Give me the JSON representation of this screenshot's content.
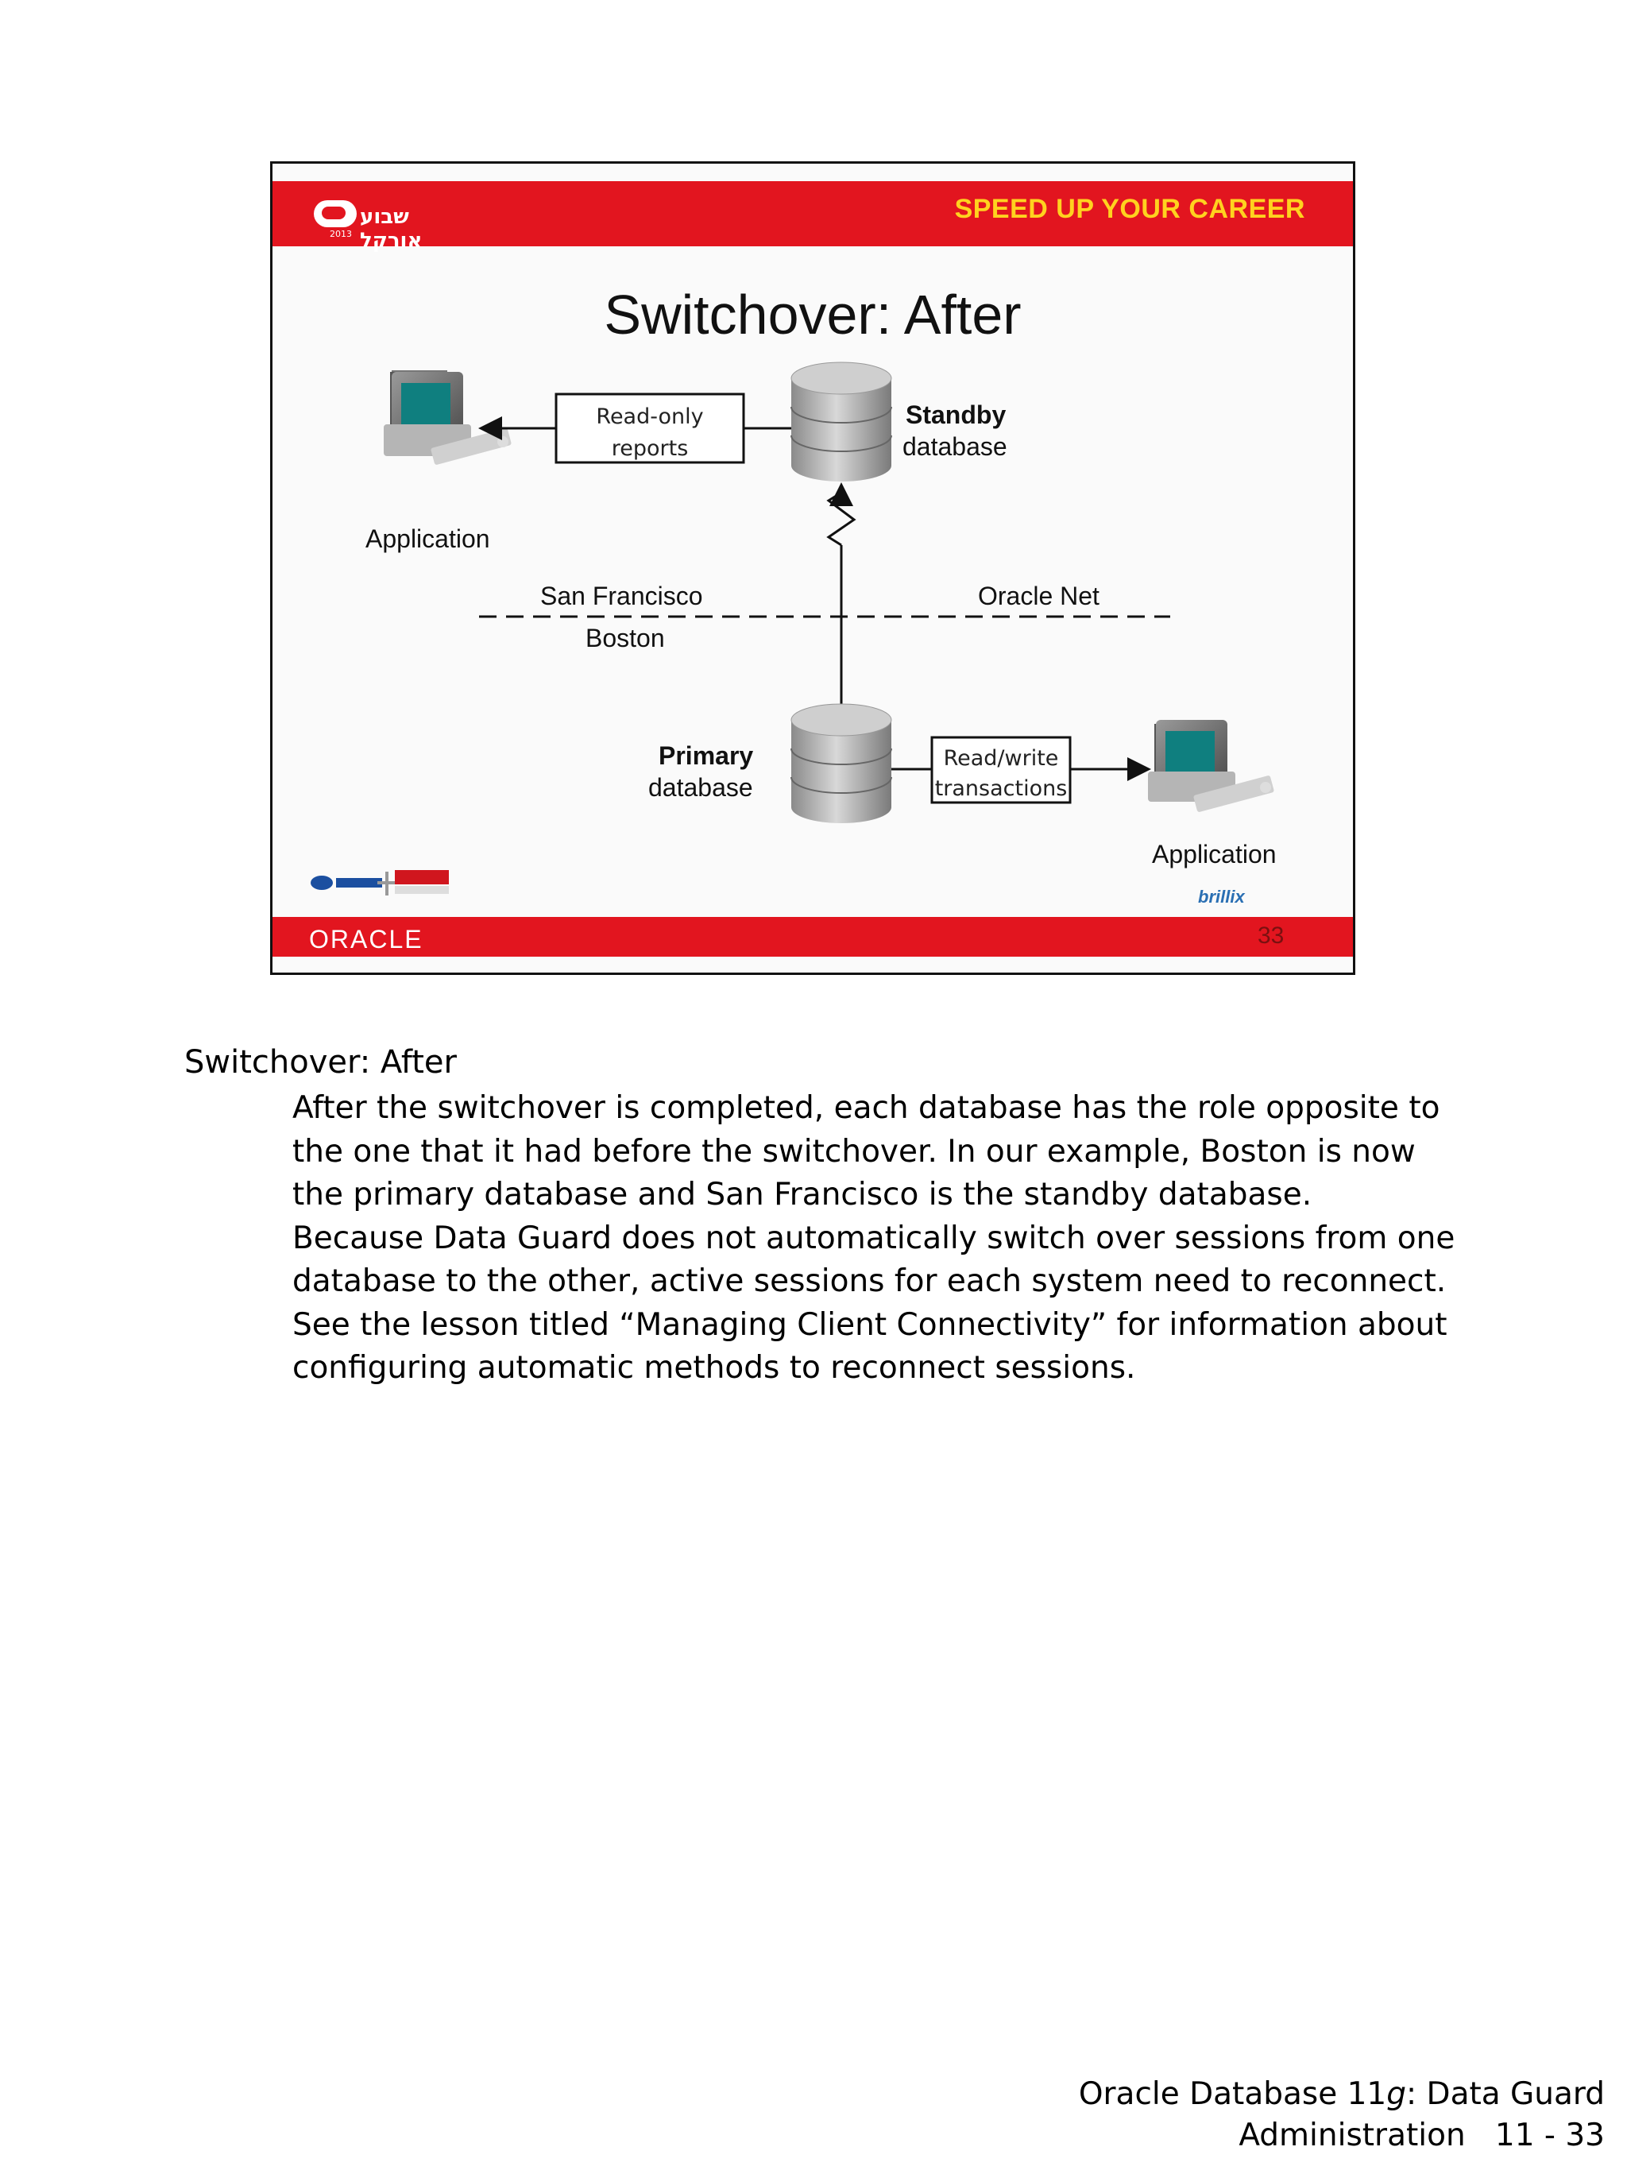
{
  "slide": {
    "banner_tagline": "SPEED UP YOUR CAREER",
    "logo_hebrew": "שבוע אורקל",
    "logo_year": "2013",
    "title": "Switchover: After",
    "footer_logo": "ORACLE",
    "slide_number": "33",
    "sponsor_right": "brillix",
    "colors": {
      "banner": "#e2151f",
      "tagline": "#ffd21f"
    },
    "diagram": {
      "top_box_line1": "Read-only",
      "top_box_line2": "reports",
      "standby_line1": "Standby",
      "standby_line2": "database",
      "app_top_label": "Application",
      "site_left_top": "San Francisco",
      "site_left_bottom": "Boston",
      "network_label": "Oracle Net",
      "primary_line1": "Primary",
      "primary_line2": "database",
      "bottom_box_line1": "Read/write",
      "bottom_box_line2": "transactions",
      "app_bottom_label": "Application"
    }
  },
  "notes": {
    "heading": "Switchover: After",
    "paragraph1": "After the switchover is completed, each database has the role opposite to the one that it had before the switchover. In our example, Boston is now the primary database and San Francisco is the standby database.",
    "paragraph2": "Because Data Guard does not automatically switch over sessions from one database to the other, active sessions for each system need to reconnect. See the lesson titled “Managing Client Connectivity” for information about configuring automatic methods to reconnect sessions."
  },
  "footer": {
    "line1_pre": "Oracle Database 11",
    "line1_italic": "g",
    "line1_post": ": Data Guard",
    "line2": "Administration   11 - 33"
  }
}
